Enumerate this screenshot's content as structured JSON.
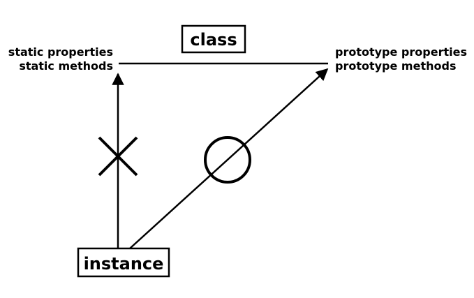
{
  "diagram": {
    "class_box": {
      "label": "class"
    },
    "instance_box": {
      "label": "instance"
    },
    "static_side": {
      "line1": "static properties",
      "line2": "static methods"
    },
    "prototype_side": {
      "line1": "prototype properties",
      "line2": "prototype methods"
    },
    "markers": {
      "static_access": "cross-mark-icon",
      "prototype_access": "circle-mark-icon"
    },
    "colors": {
      "ink": "#000000",
      "background": "#ffffff"
    }
  }
}
